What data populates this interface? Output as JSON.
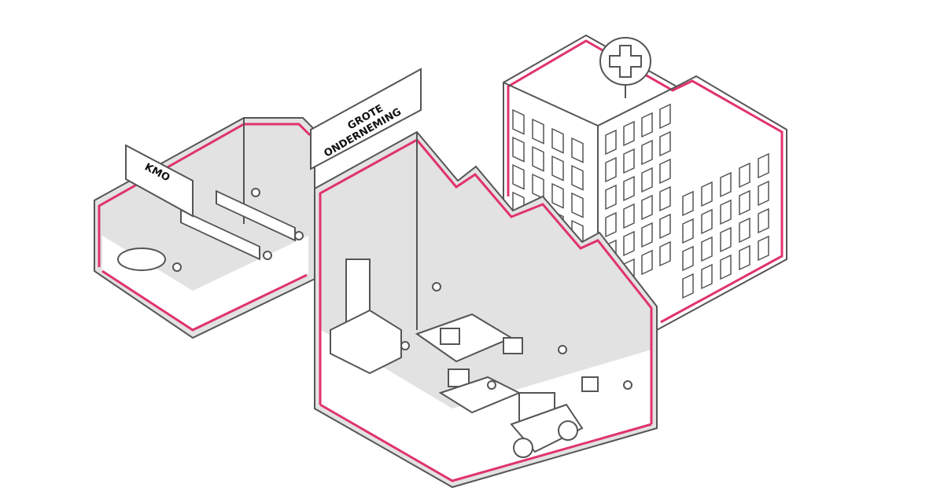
{
  "labels": {
    "sme_sign": "KMO",
    "large_company_sign_line1": "GROTE",
    "large_company_sign_line2": "ONDERNEMING"
  },
  "colors": {
    "accent": "#e0336b",
    "outline": "#555555",
    "floor": "#e2e2e2",
    "background": "#ffffff"
  },
  "icons": {
    "hospital_symbol": "cross-icon"
  }
}
